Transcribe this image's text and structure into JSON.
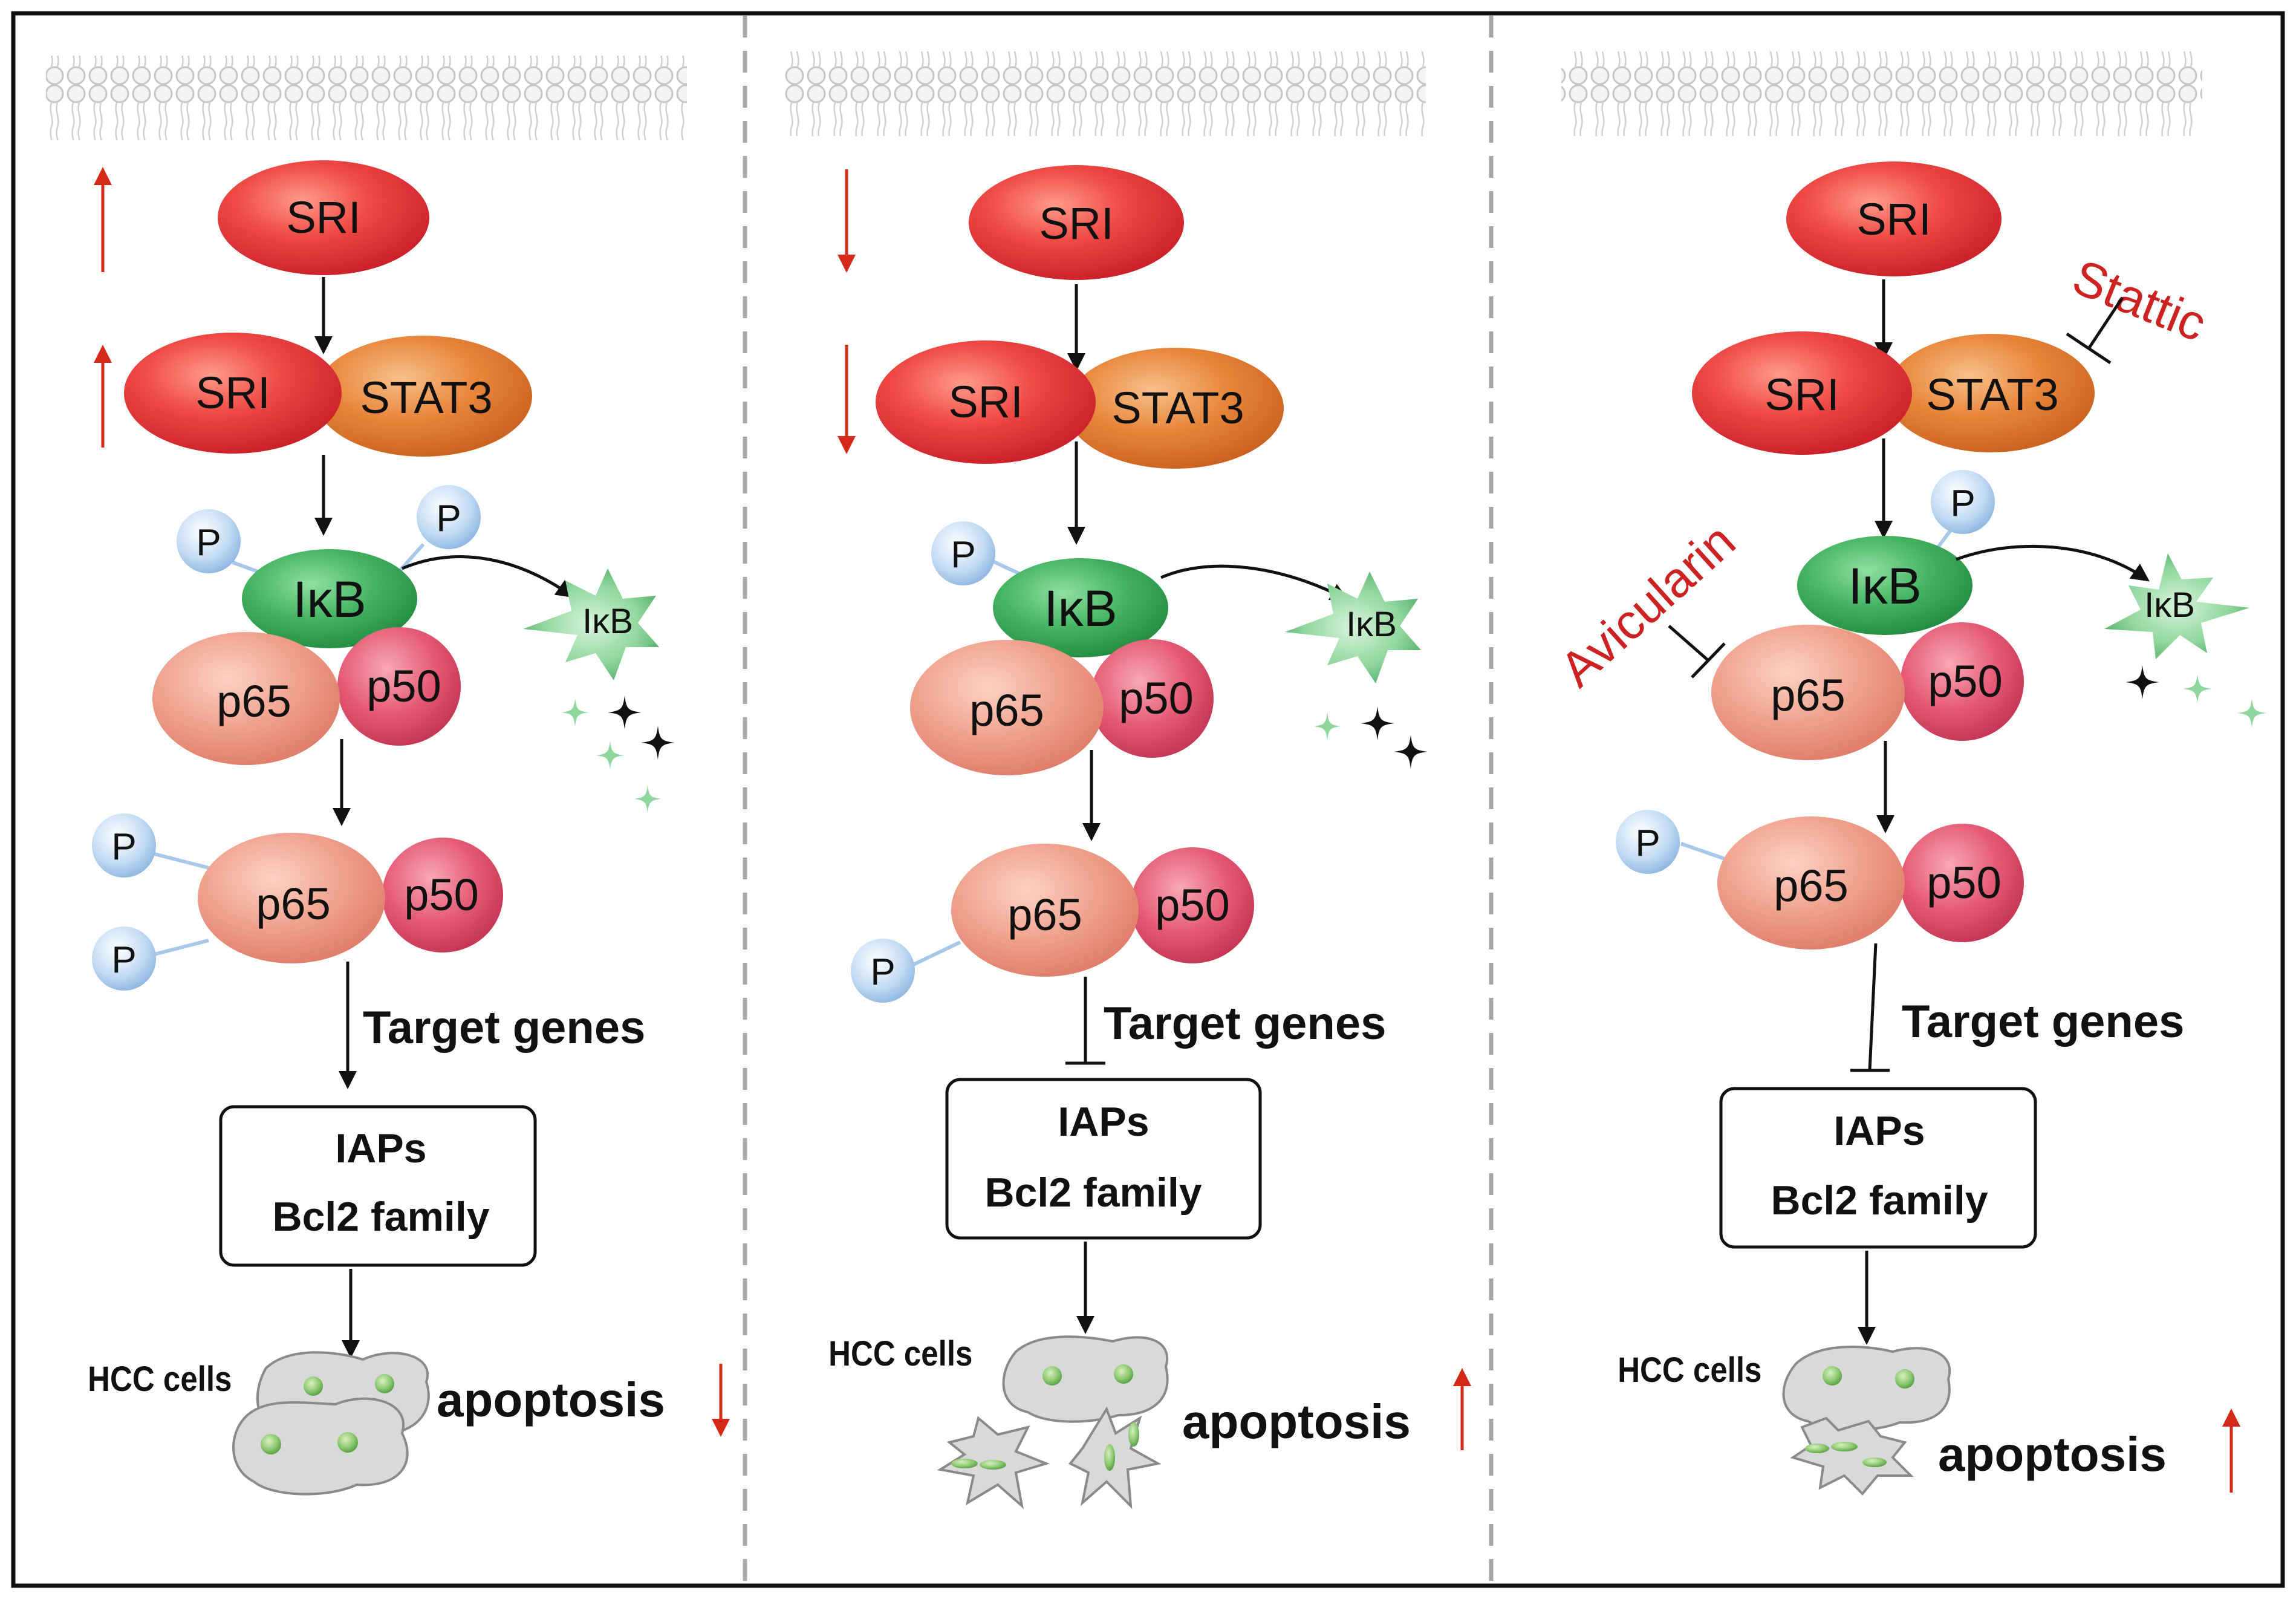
{
  "panels": [
    {
      "sri": "SRI",
      "complex_left": "SRI",
      "complex_right": "STAT3",
      "phospho": "P",
      "ikb": "IκB",
      "p65": "p65",
      "p50": "p50",
      "released_ikb": "IκB",
      "target_genes": "Target genes",
      "box_line1": "IAPs",
      "box_line2": "Bcl2 family",
      "cells_label": "HCC cells",
      "apoptosis": "apoptosis"
    },
    {
      "sri": "SRI",
      "complex_left": "SRI",
      "complex_right": "STAT3",
      "phospho": "P",
      "ikb": "IκB",
      "p65": "p65",
      "p50": "p50",
      "released_ikb": "IκB",
      "target_genes": "Target genes",
      "box_line1": "IAPs",
      "box_line2": "Bcl2 family",
      "cells_label": "HCC cells",
      "apoptosis": "apoptosis"
    },
    {
      "sri": "SRI",
      "complex_left": "SRI",
      "complex_right": "STAT3",
      "phospho": "P",
      "ikb": "IκB",
      "p65": "p65",
      "p50": "p50",
      "released_ikb": "IκB",
      "target_genes": "Target genes",
      "box_line1": "IAPs",
      "box_line2": "Bcl2 family",
      "cells_label": "HCC cells",
      "apoptosis": "apoptosis",
      "inhibitor_stat3": "Stattic",
      "inhibitor_p65": "Avicularin"
    }
  ],
  "colors": {
    "sri": "#e8383a",
    "stat3": "#e07a2e",
    "ikb": "#3da95a",
    "p65": "#ec9a86",
    "p50": "#e35670",
    "phospho": "#b8d4f0",
    "red_text": "#cc2222",
    "membrane": "#cfcfcf",
    "cell": "#d8d8d8",
    "nucleus": "#7fbf6a"
  }
}
